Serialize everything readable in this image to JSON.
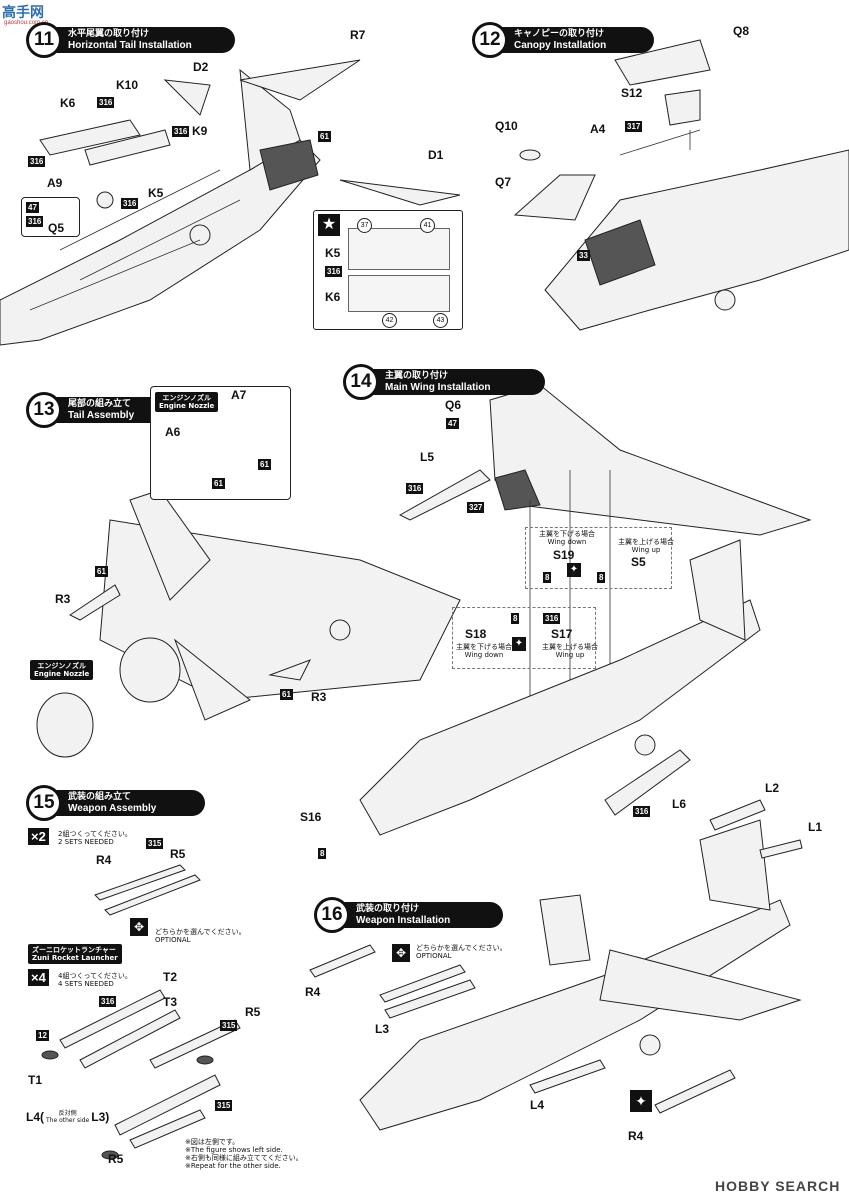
{
  "watermark": {
    "top_left": "高手网",
    "top_left_sub": "gaoshou.com.cn",
    "bottom_right": "HOBBY SEARCH"
  },
  "steps": {
    "s11": {
      "num": "11",
      "jp": "水平尾翼の取り付け",
      "en": "Horizontal Tail Installation"
    },
    "s12": {
      "num": "12",
      "jp": "キャノピーの取り付け",
      "en": "Canopy Installation"
    },
    "s13": {
      "num": "13",
      "jp": "尾部の組み立て",
      "en": "Tail Assembly"
    },
    "s14": {
      "num": "14",
      "jp": "主翼の取り付け",
      "en": "Main Wing Installation"
    },
    "s15": {
      "num": "15",
      "jp": "武装の組み立て",
      "en": "Weapon Assembly"
    },
    "s16": {
      "num": "16",
      "jp": "武装の取り付け",
      "en": "Weapon Installation"
    }
  },
  "labels": {
    "R7": "R7",
    "D2": "D2",
    "K10": "K10",
    "K6": "K6",
    "K9": "K9",
    "A9": "A9",
    "K5": "K5",
    "Q5": "Q5",
    "D1": "D1",
    "Q8": "Q8",
    "S12": "S12",
    "Q10": "Q10",
    "A4": "A4",
    "Q7": "Q7",
    "K5b": "K5",
    "K6b": "K6",
    "A7": "A7",
    "A6": "A6",
    "Q6": "Q6",
    "L5": "L5",
    "R3a": "R3",
    "R3b": "R3",
    "S19": "S19",
    "S5": "S5",
    "S18": "S18",
    "S17": "S17",
    "S16": "S16",
    "L6": "L6",
    "L2": "L2",
    "L1": "L1",
    "R4a": "R4",
    "R5a": "R5",
    "T2": "T2",
    "T3": "T3",
    "R5b": "R5",
    "T1": "T1",
    "L4a": "L4(",
    "L3a": "L3)",
    "R5c": "R5",
    "R4b": "R4",
    "L3b": "L3",
    "L4b": "L4",
    "R4c": "R4"
  },
  "paints": {
    "p316a": "316",
    "p316b": "316",
    "p316c": "316",
    "p316d": "316",
    "p47a": "47",
    "p316e": "316",
    "p61a": "61",
    "p317": "317",
    "p33": "33",
    "p316f": "316",
    "p61b": "61",
    "p61c": "61",
    "p61d": "61",
    "p61e": "61",
    "p47b": "47",
    "p316g": "316",
    "p327": "327",
    "p8a": "8",
    "p8b": "8",
    "p8c": "8",
    "p316h": "316",
    "p8d": "8",
    "p316i": "316",
    "p315a": "315",
    "p12": "12",
    "p316j": "316",
    "p315b": "315",
    "p315c": "315"
  },
  "decals": {
    "d37": "37",
    "d41": "41",
    "d42": "42",
    "d43": "43"
  },
  "tags": {
    "engine_nozzle_jp": "エンジンノズル",
    "engine_nozzle_en": "Engine Nozzle",
    "engine_nozzle2_jp": "エンジンノズル",
    "engine_nozzle2_en": "Engine Nozzle",
    "zuni_jp": "ズーニロケットランチャー",
    "zuni_en": "Zuni Rocket Launcher"
  },
  "notes": {
    "wing_down_jp": "主翼を下げる場合",
    "wing_down_en": "Wing down",
    "wing_up_jp": "主翼を上げる場合",
    "wing_up_en": "Wing up",
    "wing_down2_jp": "主翼を下げる場合",
    "wing_down2_en": "Wing down",
    "wing_up2_jp": "主翼を上げる場合",
    "wing_up2_en": "Wing up",
    "x2": "×2",
    "x2_jp": "2組つくってください。",
    "x2_en": "2 SETS NEEDED",
    "opt_jp": "どちらかを選んでください。",
    "opt_en": "OPTIONAL",
    "x4": "×4",
    "x4_jp": "4組つくってください。",
    "x4_en": "4 SETS NEEDED",
    "other_side_jp": "反対側",
    "other_side_en": "The other side",
    "fig_jp": "※図は左側です。",
    "fig_en": "※The figure shows left side.",
    "rep_jp": "※右側も同様に組み立ててください。",
    "rep_en": "※Repeat for the other side.",
    "opt2_jp": "どちらかを選んでください。",
    "opt2_en": "OPTIONAL"
  }
}
